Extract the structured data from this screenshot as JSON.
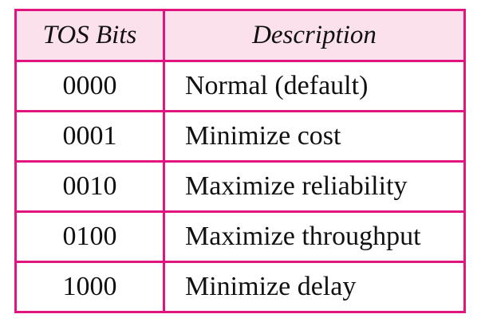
{
  "table": {
    "headers": {
      "bits": "TOS Bits",
      "description": "Description"
    },
    "rows": [
      {
        "bits": "0000",
        "description": "Normal (default)"
      },
      {
        "bits": "0001",
        "description": "Minimize cost"
      },
      {
        "bits": "0010",
        "description": "Maximize reliability"
      },
      {
        "bits": "0100",
        "description": "Maximize throughput"
      },
      {
        "bits": "1000",
        "description": "Minimize delay"
      }
    ]
  },
  "colors": {
    "border": "#e0157f",
    "header_background": "#fbe1ec",
    "text": "#111111"
  }
}
